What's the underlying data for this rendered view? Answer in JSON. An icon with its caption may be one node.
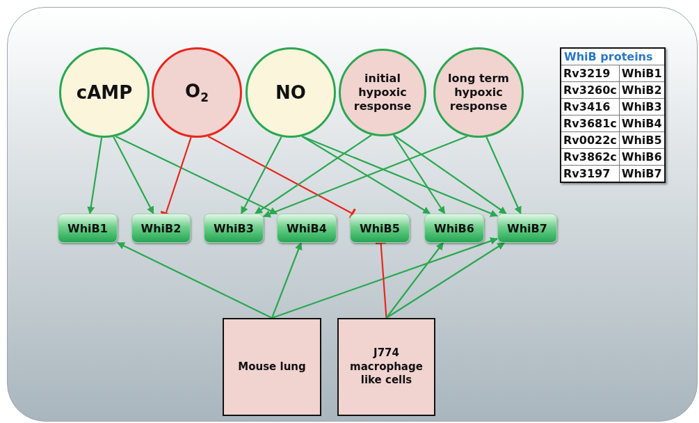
{
  "diagram": {
    "nodes": [
      {
        "text": [
          "cAMP"
        ]
      },
      {
        "text": [
          "O$_{2}$"
        ]
      },
      {
        "text": [
          "NO"
        ]
      },
      {
        "text": [
          "initial hypoxic response"
        ]
      },
      {
        "text": [
          "long term hypoxic response"
        ]
      },
      {
        "text": [
          "WhiB1"
        ]
      },
      {
        "text": [
          "WhiB2"
        ]
      },
      {
        "text": [
          "WhiB3"
        ]
      },
      {
        "text": [
          "WhiB4"
        ]
      },
      {
        "text": [
          "WhiB5"
        ]
      },
      {
        "text": [
          "WhiB6"
        ]
      },
      {
        "text": [
          "WhiB7"
        ]
      },
      {
        "text": [
          "Mouse lung"
        ]
      },
      {
        "text": [
          "J774 macrophage like cells"
        ]
      }
    ],
    "edges": [
      {
        "from": 0,
        "to": 5,
        "arrow": "to"
      },
      {
        "from": 0,
        "to": 6,
        "arrow": "to"
      },
      {
        "from": 0,
        "to": 8,
        "arrow": "to"
      },
      {
        "from": 1,
        "to": 6,
        "arrow": "other",
        "color": "#e8261c"
      },
      {
        "from": 1,
        "to": 9,
        "arrow": "other",
        "color": "#e8261c"
      },
      {
        "from": 2,
        "to": 7,
        "arrow": "to"
      },
      {
        "from": 2,
        "to": 10,
        "arrow": "to"
      },
      {
        "from": 2,
        "to": 11,
        "arrow": "to"
      },
      {
        "from": 3,
        "to": 7,
        "arrow": "to"
      },
      {
        "from": 3,
        "to": 10,
        "arrow": "to"
      },
      {
        "from": 3,
        "to": 11,
        "arrow": "to"
      },
      {
        "from": 4,
        "to": 7,
        "arrow": "to"
      },
      {
        "from": 4,
        "to": 11,
        "arrow": "to"
      },
      {
        "from": 12,
        "to": 5,
        "arrow": "to"
      },
      {
        "from": 12,
        "to": 8,
        "arrow": "to"
      },
      {
        "from": 12,
        "to": 11,
        "arrow": "to"
      },
      {
        "from": 13,
        "to": 9,
        "arrow": "other",
        "color": "#e8261c"
      },
      {
        "from": 13,
        "to": 10,
        "arrow": "to"
      },
      {
        "from": 13,
        "to": 11,
        "arrow": "to"
      }
    ],
    "labels": [
      "WhiB proteins",
      "Rv3219",
      "WhiB1",
      "Rv3260c",
      "WhiB2",
      "Rv3416",
      "WhiB3",
      "Rv3681c",
      "WhiB4",
      "Rv0022c",
      "WhiB5",
      "Rv3862c",
      "WhiB6",
      "Rv3197",
      "WhiB7"
    ]
  }
}
